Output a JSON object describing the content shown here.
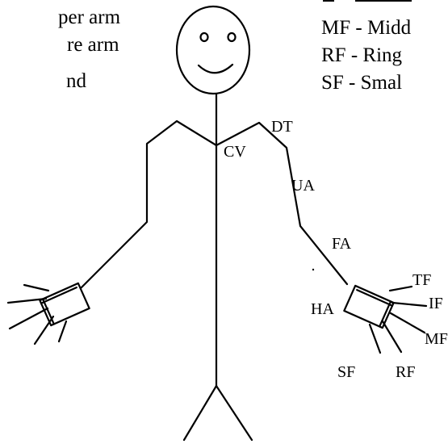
{
  "legend_left": [
    "per arm",
    "re arm",
    "nd"
  ],
  "legend_right": [
    "MF - Midd",
    "RF - Ring",
    "SF - Smal"
  ],
  "labels": {
    "dt": "DT",
    "cv": "CV",
    "ua": "UA",
    "fa": "FA",
    "ha": "HA",
    "tf": "TF",
    "if": "IF",
    "mf": "MF",
    "sf": "SF",
    "rf": "RF"
  }
}
